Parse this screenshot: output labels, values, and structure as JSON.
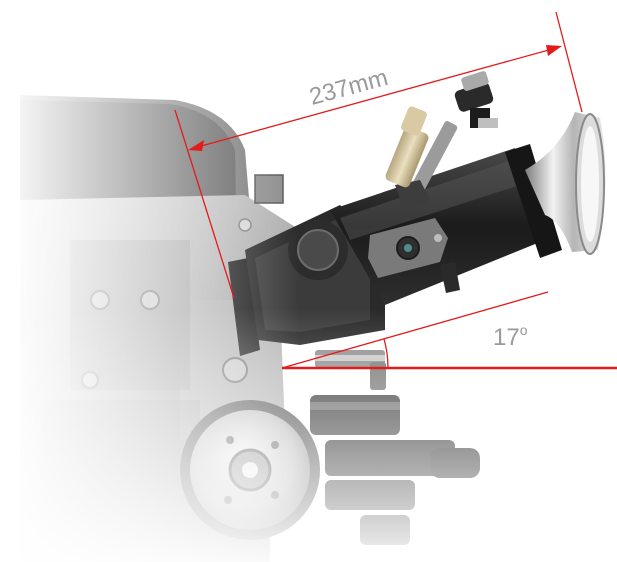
{
  "annotations": {
    "length_label": "237mm",
    "angle_label": "17",
    "angle_unit_symbol": "o",
    "line_color": "#e31b1b",
    "text_color": "#9a9a9a"
  },
  "illustration": {
    "engine-block": "gray-engine-with-fade",
    "throttle-body": "black-intake-runner",
    "fuel-injector": "beige-injector",
    "velocity-stack": "polished-aluminium-trumpet"
  }
}
